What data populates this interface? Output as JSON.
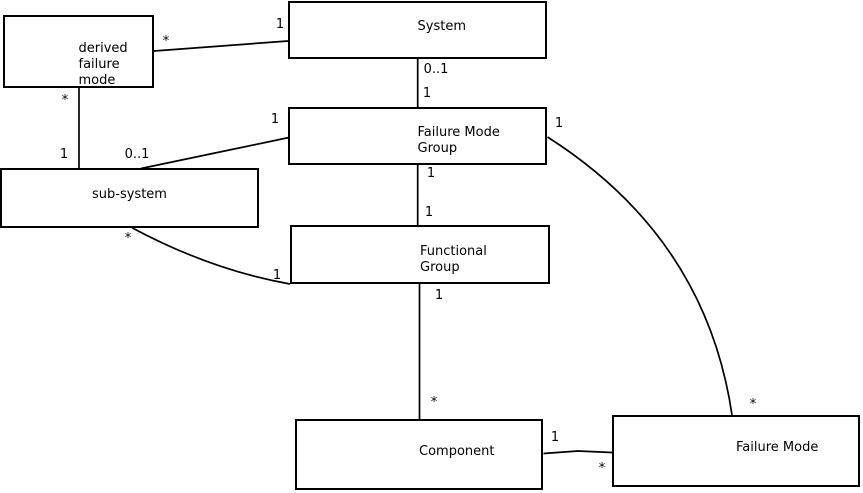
{
  "diagram": {
    "type": "uml-class-association-diagram",
    "colors": {
      "background": "#ffffff",
      "box_fill": "#ffffff",
      "box_border": "#000000",
      "line": "#000000",
      "text": "#000000"
    },
    "entities": [
      {
        "id": "derived-failure-mode",
        "lines": [
          "derived",
          "failure",
          "mode"
        ]
      },
      {
        "id": "system",
        "lines": [
          "System"
        ]
      },
      {
        "id": "failure-mode-group",
        "lines": [
          "Failure Mode",
          "Group"
        ]
      },
      {
        "id": "sub-system",
        "lines": [
          "sub-system"
        ]
      },
      {
        "id": "functional-group",
        "lines": [
          "Functional",
          "Group"
        ]
      },
      {
        "id": "component",
        "lines": [
          "Component"
        ]
      },
      {
        "id": "failure-mode",
        "lines": [
          "Failure Mode"
        ]
      }
    ],
    "connections": [
      {
        "from": "derived-failure-mode",
        "to": "system",
        "from_multiplicity": "*",
        "to_multiplicity": "1"
      },
      {
        "from": "derived-failure-mode",
        "to": "sub-system",
        "from_multiplicity": "*",
        "to_multiplicity": "1"
      },
      {
        "from": "sub-system",
        "to": "failure-mode-group",
        "from_multiplicity": "0..1",
        "to_multiplicity": "1"
      },
      {
        "from": "system",
        "to": "failure-mode-group",
        "from_multiplicity": "0..1",
        "to_multiplicity": "1"
      },
      {
        "from": "failure-mode-group",
        "to": "functional-group",
        "from_multiplicity": "1",
        "to_multiplicity": "1"
      },
      {
        "from": "functional-group",
        "to": "component",
        "from_multiplicity": "1",
        "to_multiplicity": "*"
      },
      {
        "from": "sub-system",
        "to": "functional-group",
        "from_multiplicity": "*",
        "to_multiplicity": "1"
      },
      {
        "from": "failure-mode-group",
        "to": "failure-mode",
        "from_multiplicity": "1",
        "to_multiplicity": "*"
      },
      {
        "from": "component",
        "to": "failure-mode",
        "from_multiplicity": "1",
        "to_multiplicity": "*"
      }
    ],
    "multiplicity_labels": [
      {
        "text": "*",
        "at": "derived-failure-mode–system, derived end"
      },
      {
        "text": "1",
        "at": "derived-failure-mode–system, system end"
      },
      {
        "text": "*",
        "at": "derived-failure-mode–sub-system, derived end"
      },
      {
        "text": "1",
        "at": "derived-failure-mode–sub-system, sub-system end"
      },
      {
        "text": "0..1",
        "at": "sub-system–failure-mode-group, sub-system end"
      },
      {
        "text": "1",
        "at": "sub-system–failure-mode-group, group end"
      },
      {
        "text": "0..1",
        "at": "system–failure-mode-group, system end"
      },
      {
        "text": "1",
        "at": "system–failure-mode-group, group end"
      },
      {
        "text": "1",
        "at": "failure-mode-group–functional-group, group end"
      },
      {
        "text": "1",
        "at": "failure-mode-group–functional-group, functional end"
      },
      {
        "text": "1",
        "at": "functional-group–component, functional end"
      },
      {
        "text": "*",
        "at": "functional-group–component, component end"
      },
      {
        "text": "*",
        "at": "sub-system–functional-group, sub-system end"
      },
      {
        "text": "1",
        "at": "sub-system–functional-group, functional end"
      },
      {
        "text": "1",
        "at": "failure-mode-group–failure-mode, group end"
      },
      {
        "text": "*",
        "at": "failure-mode-group–failure-mode, failure-mode end"
      },
      {
        "text": "1",
        "at": "component–failure-mode, component end"
      },
      {
        "text": "*",
        "at": "component–failure-mode, failure-mode end"
      }
    ]
  }
}
